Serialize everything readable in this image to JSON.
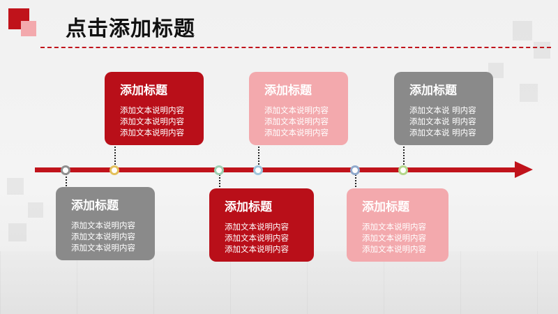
{
  "header": {
    "title": "点击添加标题"
  },
  "colors": {
    "red": "#c0131b",
    "pink": "#f3a9ad",
    "gray": "#8a8a8a"
  },
  "timeline": {
    "markers": [
      {
        "ring_color": "#8f8f8f"
      },
      {
        "ring_color": "#e3c05a"
      },
      {
        "ring_color": "#9dd1b2"
      },
      {
        "ring_color": "#9ec7de"
      },
      {
        "ring_color": "#8fa9cc"
      },
      {
        "ring_color": "#b4d78a"
      }
    ],
    "cards": [
      {
        "title": "添加标题",
        "lines": [
          "添加文本说明内容",
          "添加文本说明内容",
          "添加文本说明内容"
        ],
        "color": "#b90f19"
      },
      {
        "title": "添加标题",
        "lines": [
          "添加文本说明内容",
          "添加文本说明内容",
          "添加文本说明内容"
        ],
        "color": "#f3a9ad"
      },
      {
        "title": "添加标题",
        "lines": [
          "添加文本说 明内容",
          "添加文本说 明内容",
          "添加文本说 明内容"
        ],
        "color": "#8a8a8a"
      },
      {
        "title": "添加标题",
        "lines": [
          "添加文本说明内容",
          "添加文本说明内容",
          "添加文本说明内容"
        ],
        "color": "#8a8a8a"
      },
      {
        "title": "添加标题",
        "lines": [
          "添加文本说明内容",
          "添加文本说明内容",
          "添加文本说明内容"
        ],
        "color": "#b90f19"
      },
      {
        "title": "添加标题",
        "lines": [
          "添加文本说明内容",
          "添加文本说明内容",
          "添加文本说明内容"
        ],
        "color": "#f3a9ad"
      }
    ]
  }
}
